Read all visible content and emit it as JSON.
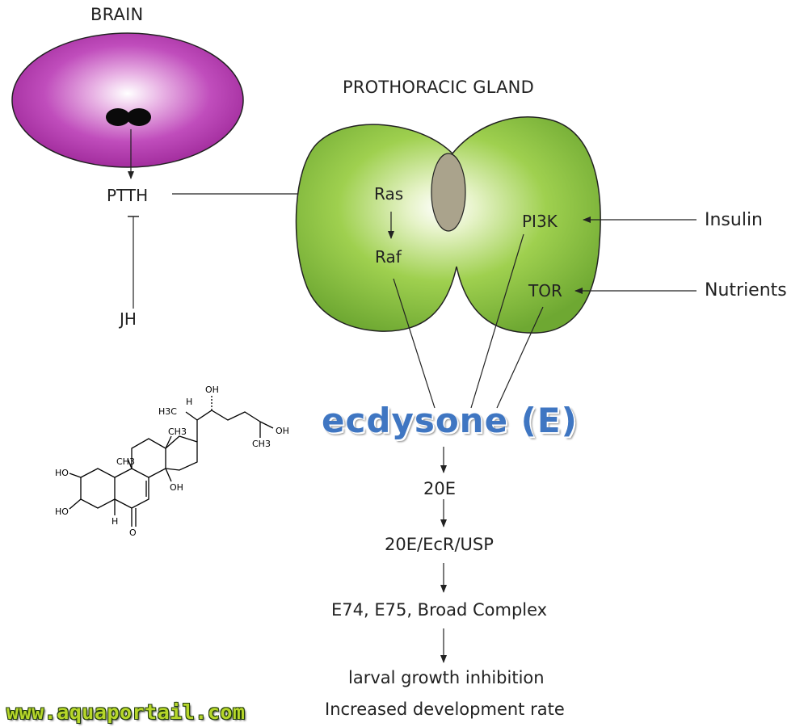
{
  "brain": {
    "title": "BRAIN"
  },
  "gland": {
    "title": "PROTHORACIC GLAND"
  },
  "signals": {
    "ptth": "PTTH",
    "jh": "JH",
    "ras": "Ras",
    "raf": "Raf",
    "pi3k": "PI3K",
    "tor": "TOR",
    "insulin": "Insulin",
    "nutrients": "Nutrients"
  },
  "ecdysone": "ecdysone (E)",
  "pathway": [
    "20E",
    "20E/EcR/USP",
    "E74, E75, Broad Complex",
    "larval growth inhibition",
    "Increased development rate"
  ],
  "molecule": {
    "labels": {
      "oh_top": "OH",
      "h3c": "H3C",
      "h_top": "H",
      "oh_right": "OH",
      "ch3_right": "CH3",
      "ch3_a": "CH3",
      "ch3_b": "CH3",
      "ho_upper": "HO",
      "ho_lower": "HO",
      "h_bottom": "H",
      "oh_mid": "OH",
      "o": "O"
    }
  },
  "watermark": "www.aquaportail.com",
  "colors": {
    "brain": "#b23aaf",
    "gland": "#8cc63f",
    "ecdysone_text": "#3f76c2",
    "watermark": "#b6d62a"
  }
}
